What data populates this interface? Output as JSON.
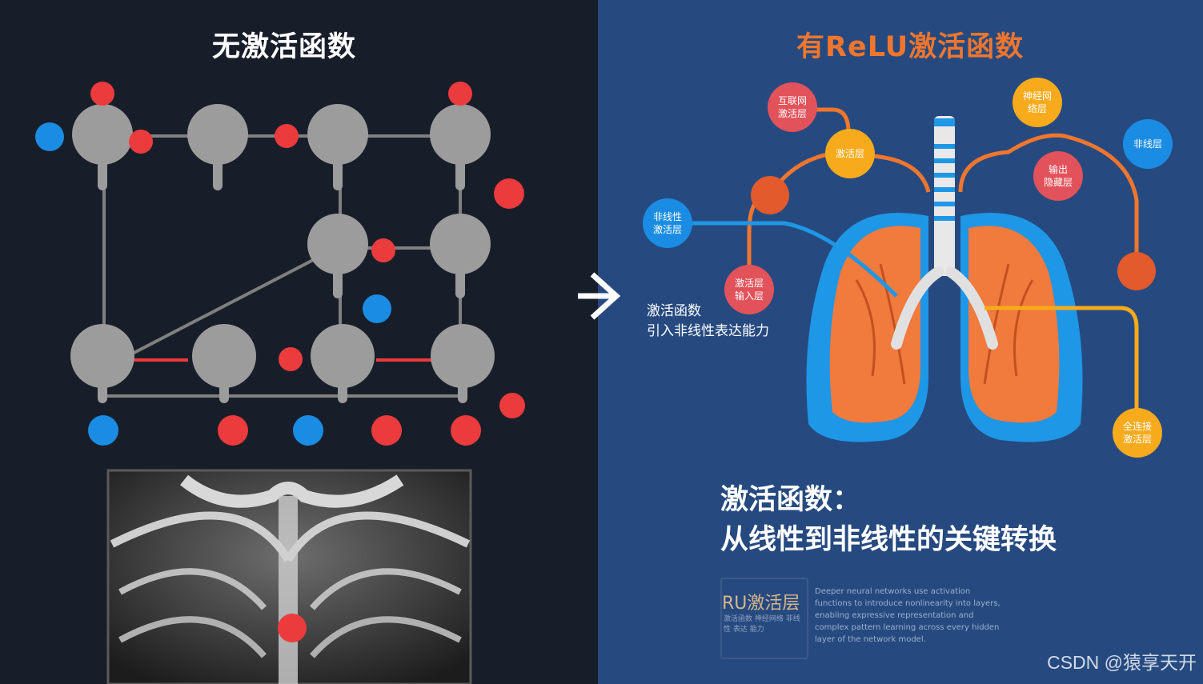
{
  "left": {
    "title": "无激活函数"
  },
  "right": {
    "title": "有ReLU激活函数",
    "labels": [
      {
        "text": "互联网\n激活层"
      },
      {
        "text": "神经网\n络层"
      },
      {
        "text": "激活层"
      },
      {
        "text": "非线性\n激活层"
      },
      {
        "text": "非线层"
      },
      {
        "text": "输出\n隐藏层"
      },
      {
        "text": "激活层\n输入层"
      },
      {
        "text": "全连接\n激活层"
      }
    ],
    "note_line1": "激活函数",
    "note_line2": "引入非线性表达能力",
    "headline_line1": "激活函数：",
    "headline_line2": "从线性到非线性的关键转换",
    "logo_text": "RU激活层",
    "logo_small": "激活函数 神经网络 非线性 表达 能力",
    "body_text": "Deeper neural networks use activation functions to introduce nonlinearity into layers, enabling expressive representation and complex pattern learning across every hidden layer of the network model."
  },
  "watermark": "CSDN @猿享天开",
  "colors": {
    "red": "#ec3b3d",
    "blue": "#1b8ce3",
    "orange": "#f1762d",
    "yellow": "#f7ab1c",
    "lung": "#f17a3d",
    "lung_edge": "#1e97e6"
  }
}
